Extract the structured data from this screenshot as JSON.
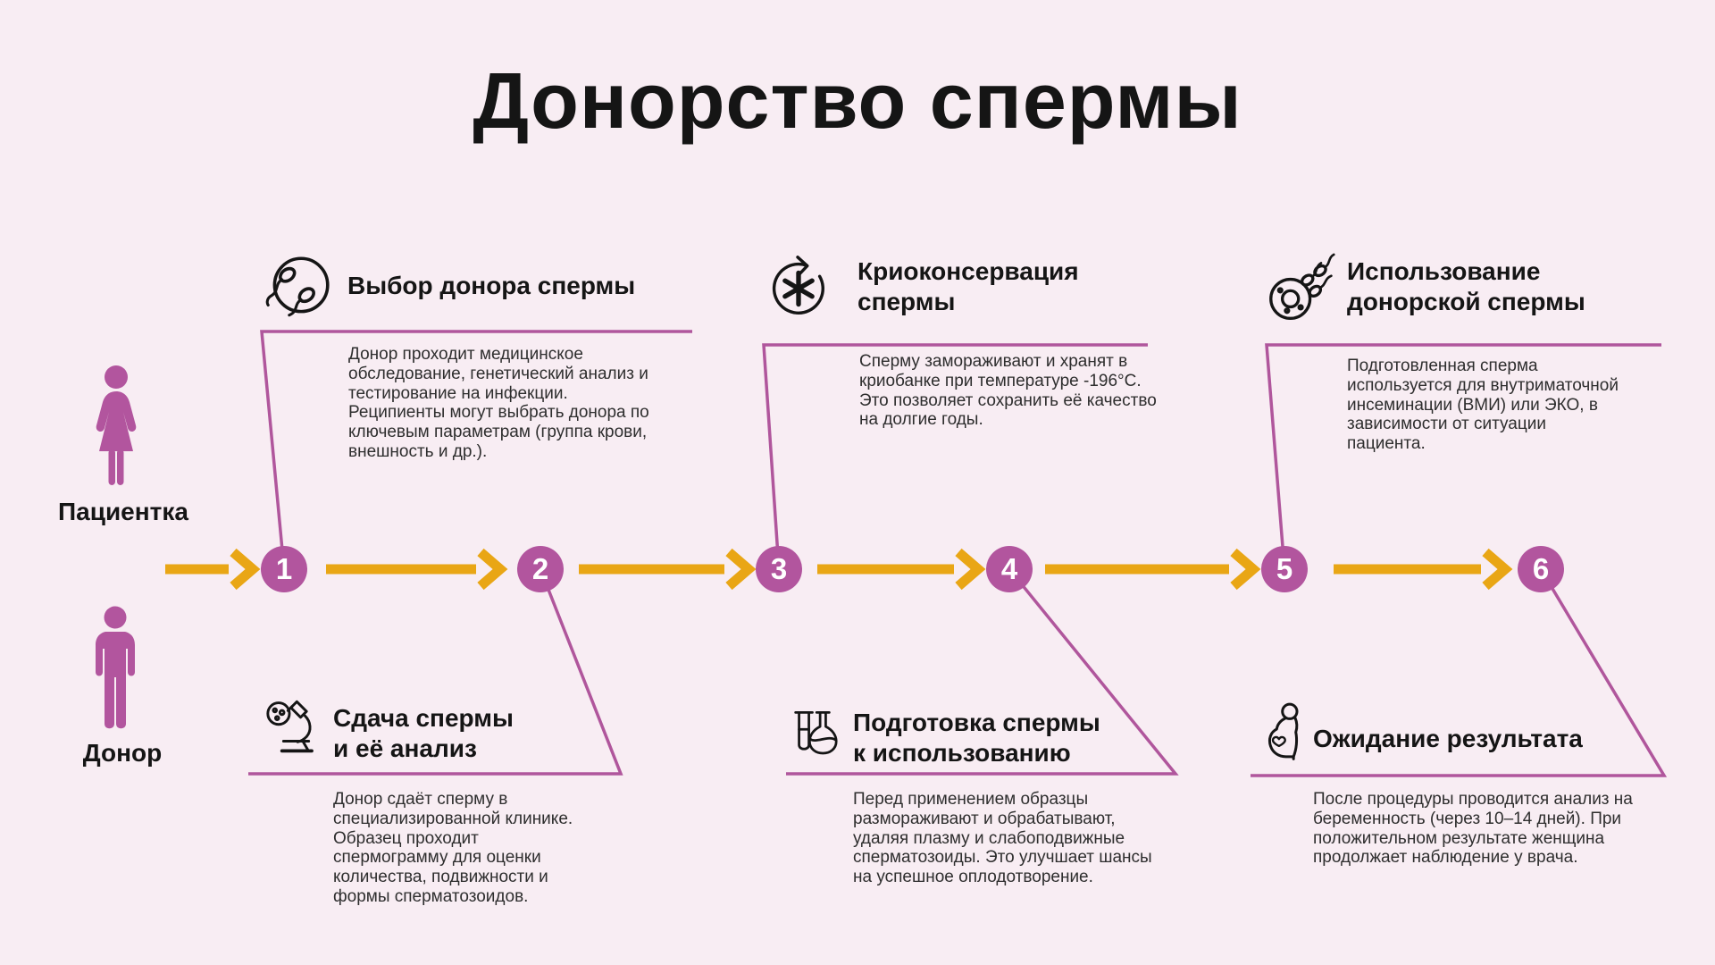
{
  "title": "Донорство спермы",
  "actors": {
    "patient": {
      "label": "Пациентка",
      "icon": "female-figure-icon"
    },
    "donor": {
      "label": "Донор",
      "icon": "male-figure-icon"
    }
  },
  "steps": [
    {
      "number": "1",
      "icon": "sperm-cells-icon",
      "title": "Выбор донора спермы",
      "description": "Донор проходит медицинское\nобследование, генетический анализ и\nтестирование на инфекции.\nРеципиенты могут выбрать донора по\nключевым параметрам (группа крови,\nвнешность и др.)."
    },
    {
      "number": "2",
      "icon": "microscope-icon",
      "title": "Сдача спермы\nи её анализ",
      "description": "Донор сдаёт сперму в\nспециализированной клинике.\nОбразец проходит\nспермограмму для оценки\nколичества, подвижности и\nформы сперматозоидов."
    },
    {
      "number": "3",
      "icon": "cryopreservation-icon",
      "title": "Криоконсервация\nспермы",
      "description": "Сперму замораживают и хранят в\nкриобанке при температуре -196°C.\nЭто позволяет сохранить её качество\nна долгие годы."
    },
    {
      "number": "4",
      "icon": "lab-flasks-icon",
      "title": "Подготовка спермы\nк использованию",
      "description": "Перед применением образцы\nразмораживают и обрабатывают,\nудаляя плазму и слабоподвижные\nсперматозоиды. Это улучшает шансы\nна успешное оплодотворение."
    },
    {
      "number": "5",
      "icon": "egg-fertilization-icon",
      "title": "Использование\nдонорской спермы",
      "description": "Подготовленная сперма\nиспользуется для внутриматочной\nинсеминации (ВМИ) или ЭКО, в\nзависимости от ситуации\nпациента."
    },
    {
      "number": "6",
      "icon": "pregnant-woman-icon",
      "title": "Ожидание результата",
      "description": "После процедуры проводится анализ на\nберемeнность (через 10–14 дней). При\nположительном результате женщина\nпродолжает наблюдение у врача."
    }
  ],
  "colors": {
    "background": "#f8edf3",
    "accent_purple": "#b2559e",
    "connector_purple": "#b0569c",
    "arrow_gold": "#e9a615",
    "text_dark": "#151515"
  }
}
